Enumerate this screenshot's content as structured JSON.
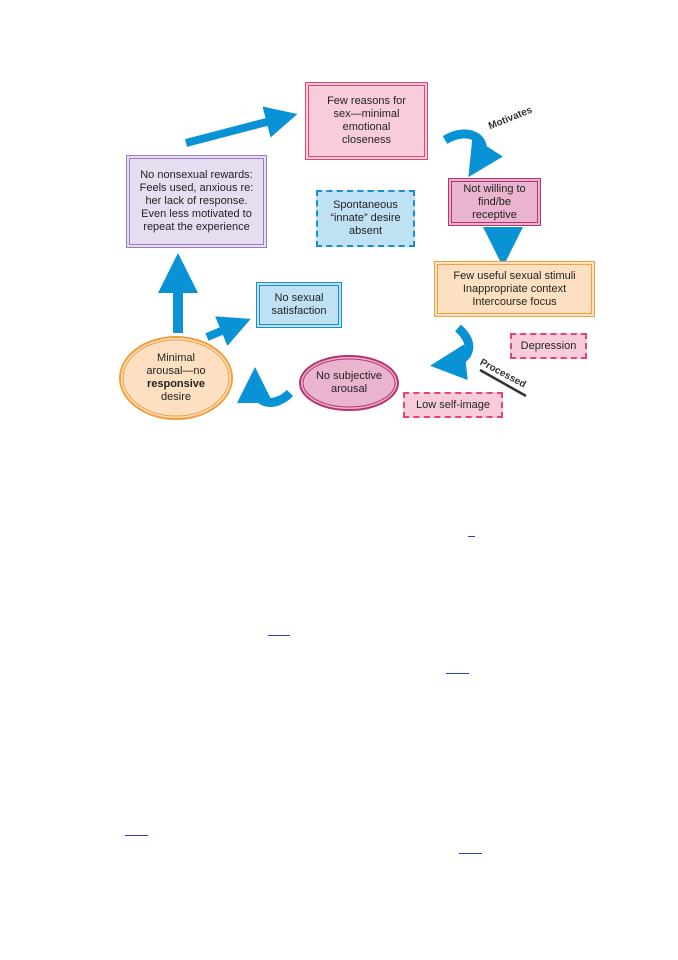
{
  "diagram": {
    "nodes": {
      "few_reasons": "Few reasons for sex—minimal emotional closeness",
      "not_willing": "Not willing to find/be receptive",
      "few_useful": "Few useful sexual stimuli\nInappropriate context\nIntercourse focus",
      "spontaneous": "Spontaneous “innate” desire absent",
      "no_nonsexual": "No nonsexual rewards:\nFeels used, anxious re: her lack of response.\nEven less motivated to repeat the experience",
      "no_sexual_satisfaction": "No sexual satisfaction",
      "minimal_arousal_pre": "Minimal arousal—no",
      "minimal_arousal_bold": "responsive",
      "minimal_arousal_post": "desire",
      "no_subjective": "No subjective arousal",
      "depression": "Depression",
      "low_self_image": "Low self-image"
    },
    "edge_labels": {
      "motivates": "Motivates",
      "processed": "Processed"
    },
    "colors": {
      "pink_fill": "#f8cdd9",
      "pink_border": "#e0467a",
      "magenta_fill": "#eab4cf",
      "magenta_border": "#b8336f",
      "orange_fill": "#fde0c2",
      "orange_border": "#f0a040",
      "blue_fill": "#bfe1f4",
      "blue_border": "#1a8fd0",
      "purple_fill": "#e6def0",
      "purple_border": "#9c7cc0",
      "arrow": "#0a93d4"
    }
  }
}
